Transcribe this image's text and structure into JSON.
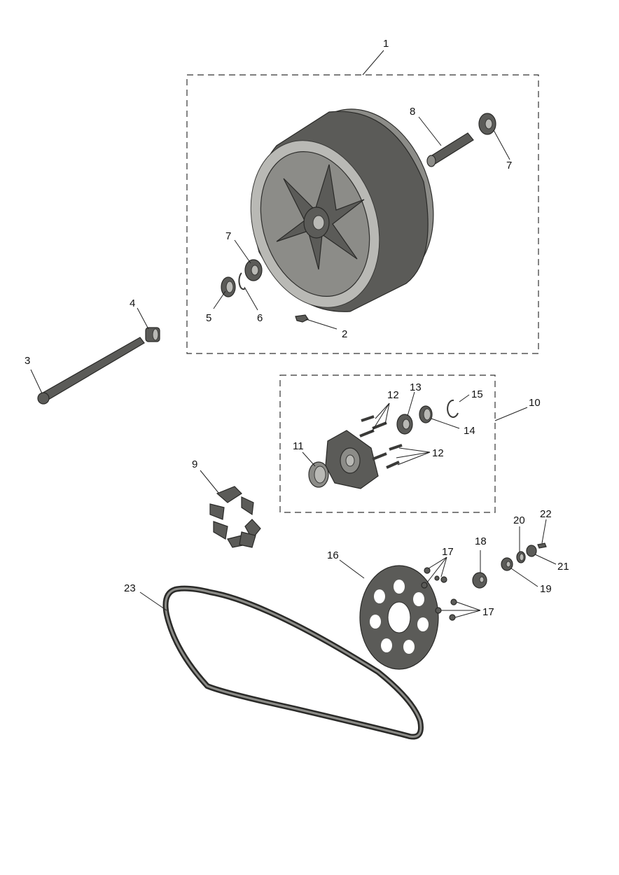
{
  "diagram": {
    "callouts": {
      "c1": "1",
      "c2": "2",
      "c3": "3",
      "c4": "4",
      "c5": "5",
      "c6": "6",
      "c7a": "7",
      "c7b": "7",
      "c8": "8",
      "c9": "9",
      "c10": "10",
      "c11": "11",
      "c12a": "12",
      "c12b": "12",
      "c13": "13",
      "c14": "14",
      "c15": "15",
      "c16": "16",
      "c17a": "17",
      "c17b": "17",
      "c18": "18",
      "c19": "19",
      "c20": "20",
      "c21": "21",
      "c22": "22",
      "c23": "23"
    },
    "colors": {
      "part": "#5b5b58",
      "line": "#222222",
      "background": "#ffffff"
    }
  }
}
